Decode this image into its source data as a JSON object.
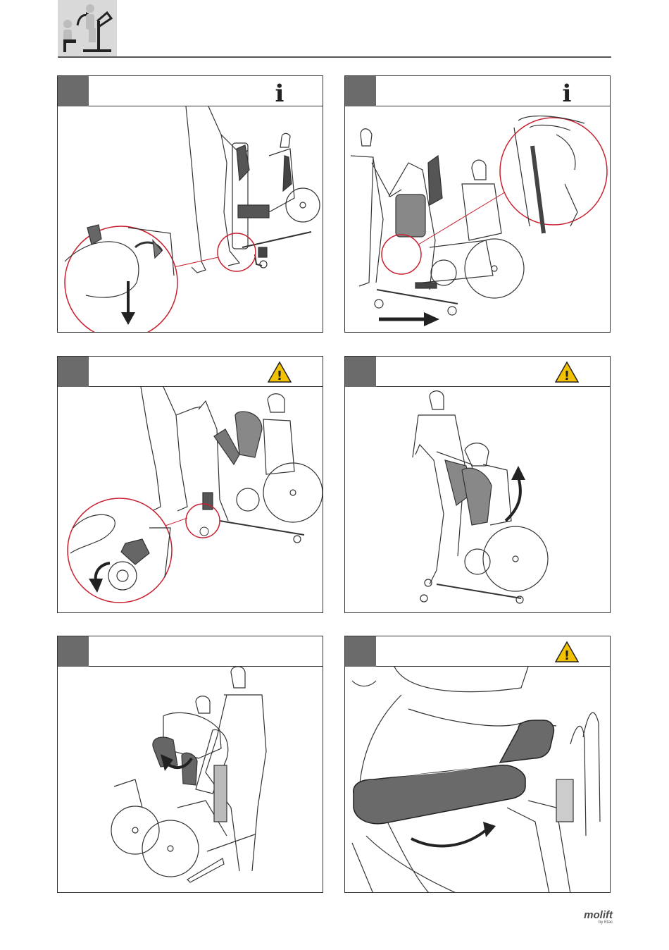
{
  "brand": {
    "name": "molift",
    "tagline": "by Etac"
  },
  "panels": [
    {
      "step_label": "",
      "info_glyph": "i"
    },
    {
      "step_label": "",
      "info_glyph": "i"
    },
    {
      "step_label": "",
      "warning_glyph": "!"
    },
    {
      "step_label": "",
      "warning_glyph": "!"
    },
    {
      "step_label": ""
    },
    {
      "step_label": "",
      "warning_glyph": "!"
    }
  ],
  "colors": {
    "step_block": "#6b6b6b",
    "rule": "#555555",
    "zoom_circle": "#c8202f",
    "warning_fill": "#f2c200",
    "header_bg": "#d9d9d9",
    "device_dark": "#5a5a5a"
  }
}
